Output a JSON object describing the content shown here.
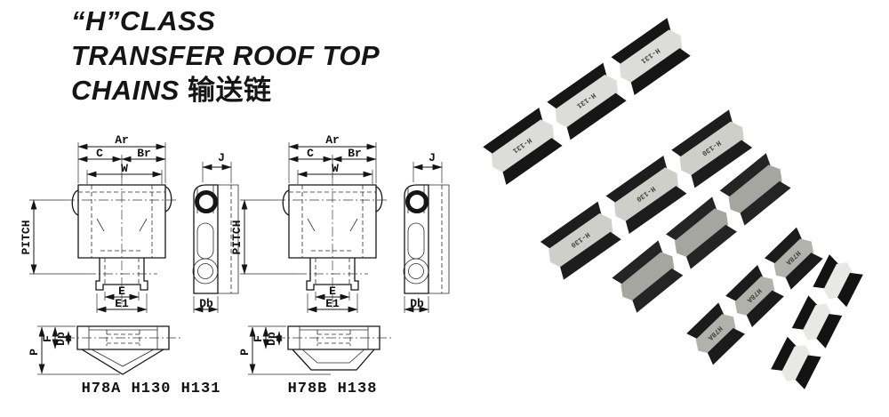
{
  "page": {
    "background": "#ffffff",
    "ink": "#151515"
  },
  "title": {
    "line1": "“H”CLASS",
    "line2": "TRANSFER ROOF TOP",
    "line3_en": "CHAINS",
    "line3_cn": "输送链"
  },
  "dims": {
    "ar": "Ar",
    "c": "C",
    "br": "Br",
    "w": "W",
    "pitch": "PITCH",
    "e": "E",
    "e1": "E1",
    "j": "J",
    "db": "Db",
    "p": "P",
    "f": "F",
    "dp": "Dp"
  },
  "diagrams": [
    {
      "model": "H78A H130 H131",
      "style": "pointed-bottom"
    },
    {
      "model": "H78B H138",
      "style": "flat-bottom"
    }
  ],
  "photo": {
    "chains": [
      {
        "marking": "H-131",
        "shade": "light-gray"
      },
      {
        "marking": "H-130",
        "shade": "light-gray"
      },
      {
        "marking": "",
        "shade": "dark-gray"
      },
      {
        "marking": "H78A",
        "shade": "medium-gray"
      },
      {
        "marking": "",
        "shade": "light"
      }
    ]
  }
}
